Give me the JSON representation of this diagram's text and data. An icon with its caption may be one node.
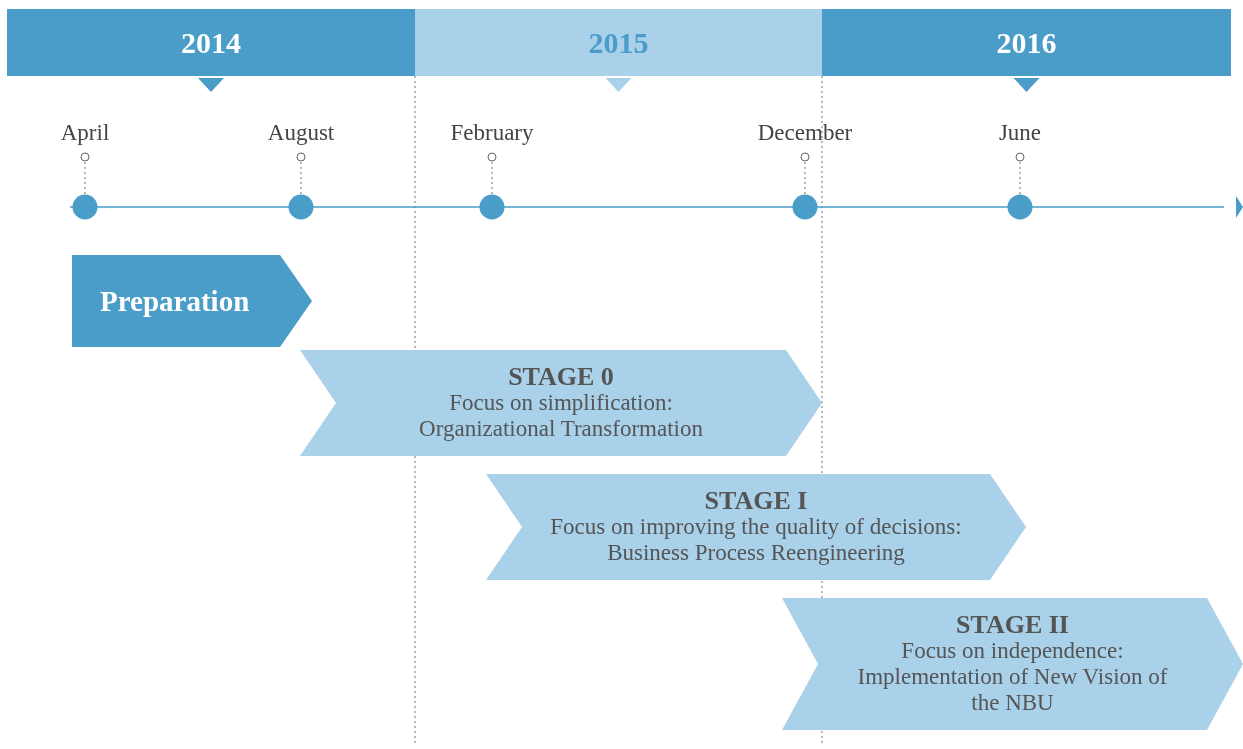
{
  "diagram": {
    "nodes": [
      {
        "text": [
          "2014"
        ]
      },
      {
        "text": [
          "2015"
        ]
      },
      {
        "text": [
          "2016"
        ]
      },
      {
        "text": [
          "Preparation"
        ]
      },
      {
        "text": [
          "STAGE 0",
          "Focus on simplification: Organizational Transformation"
        ]
      },
      {
        "text": [
          "STAGE I",
          "Focus on improving the quality of decisions: Business Process Reengineering"
        ]
      },
      {
        "text": [
          "STAGE II",
          "Focus on independence: Implementation of New Vision of the NBU"
        ]
      }
    ],
    "edges": [],
    "labels": [
      "April",
      "August",
      "February",
      "December",
      "June"
    ]
  }
}
